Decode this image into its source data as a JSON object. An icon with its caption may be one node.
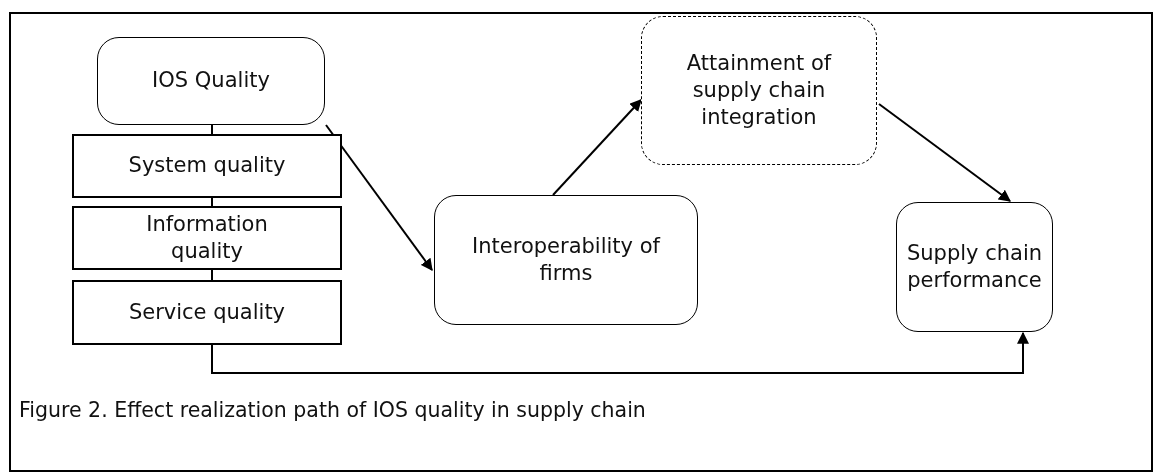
{
  "diagram": {
    "caption": "Figure 2. Effect realization path of IOS quality in supply chain",
    "nodes": [
      {
        "text": [
          "IOS Quality"
        ]
      },
      {
        "text": [
          "System quality"
        ]
      },
      {
        "text": [
          "Information quality"
        ]
      },
      {
        "text": [
          "Service quality"
        ]
      },
      {
        "text": [
          "Interoperability of firms"
        ]
      },
      {
        "text": [
          "Attainment of supply chain integration"
        ]
      },
      {
        "text": [
          "Supply chain performance"
        ]
      }
    ],
    "edges": [
      {
        "from": 0,
        "to": 1,
        "arrow": "none"
      },
      {
        "from": 1,
        "to": 2,
        "arrow": "none"
      },
      {
        "from": 2,
        "to": 3,
        "arrow": "none"
      },
      {
        "from": 0,
        "to": 4,
        "arrow": "to"
      },
      {
        "from": 4,
        "to": 5,
        "arrow": "to"
      },
      {
        "from": 5,
        "to": 6,
        "arrow": "to"
      },
      {
        "from": 3,
        "to": 6,
        "arrow": "to"
      }
    ]
  }
}
